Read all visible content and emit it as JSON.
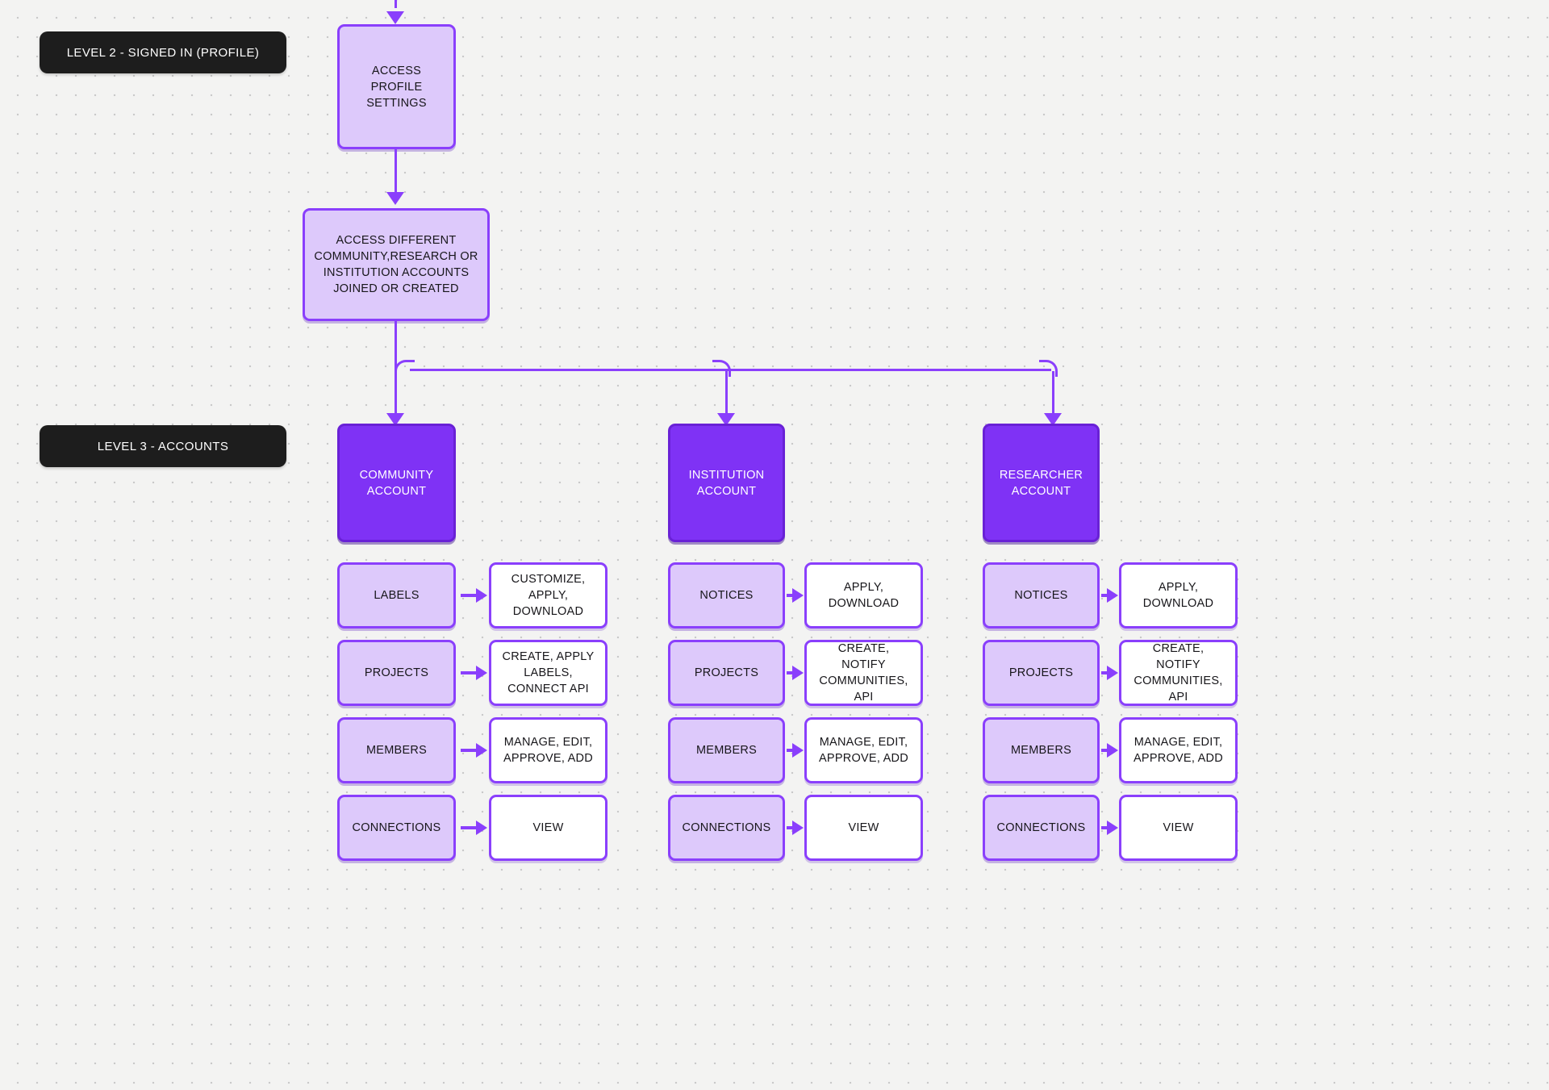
{
  "diagram": {
    "title_level2": "LEVEL 2 - SIGNED IN (PROFILE)",
    "title_level3": "LEVEL 3 - ACCOUNTS",
    "accent_color": "#8a3ffc",
    "accent_solid": "#7f32f5",
    "lavender_fill": "#ddc9fb",
    "badge_color": "#1d1d1d",
    "background_color": "#f3f3f2"
  },
  "level2": {
    "nodes": {
      "access_profile_settings": "ACCESS PROFILE SETTINGS",
      "access_accounts": "ACCESS DIFFERENT COMMUNITY,RESEARCH OR INSTITUTION ACCOUNTS JOINED OR CREATED"
    }
  },
  "level3": {
    "columns": [
      {
        "account": "COMMUNITY ACCOUNT",
        "rows": [
          {
            "feature": "LABELS",
            "actions": "CUSTOMIZE, APPLY, DOWNLOAD"
          },
          {
            "feature": "PROJECTS",
            "actions": "CREATE, APPLY LABELS, CONNECT API"
          },
          {
            "feature": "MEMBERS",
            "actions": "MANAGE, EDIT, APPROVE, ADD"
          },
          {
            "feature": "CONNECTIONS",
            "actions": "VIEW"
          }
        ]
      },
      {
        "account": "INSTITUTION ACCOUNT",
        "rows": [
          {
            "feature": "NOTICES",
            "actions": "APPLY, DOWNLOAD"
          },
          {
            "feature": "PROJECTS",
            "actions": "CREATE, NOTIFY COMMUNITIES, API"
          },
          {
            "feature": "MEMBERS",
            "actions": "MANAGE, EDIT, APPROVE, ADD"
          },
          {
            "feature": "CONNECTIONS",
            "actions": "VIEW"
          }
        ]
      },
      {
        "account": "RESEARCHER ACCOUNT",
        "rows": [
          {
            "feature": "NOTICES",
            "actions": "APPLY, DOWNLOAD"
          },
          {
            "feature": "PROJECTS",
            "actions": "CREATE, NOTIFY COMMUNITIES, API"
          },
          {
            "feature": "MEMBERS",
            "actions": "MANAGE, EDIT, APPROVE, ADD"
          },
          {
            "feature": "CONNECTIONS",
            "actions": "VIEW"
          }
        ]
      }
    ]
  }
}
